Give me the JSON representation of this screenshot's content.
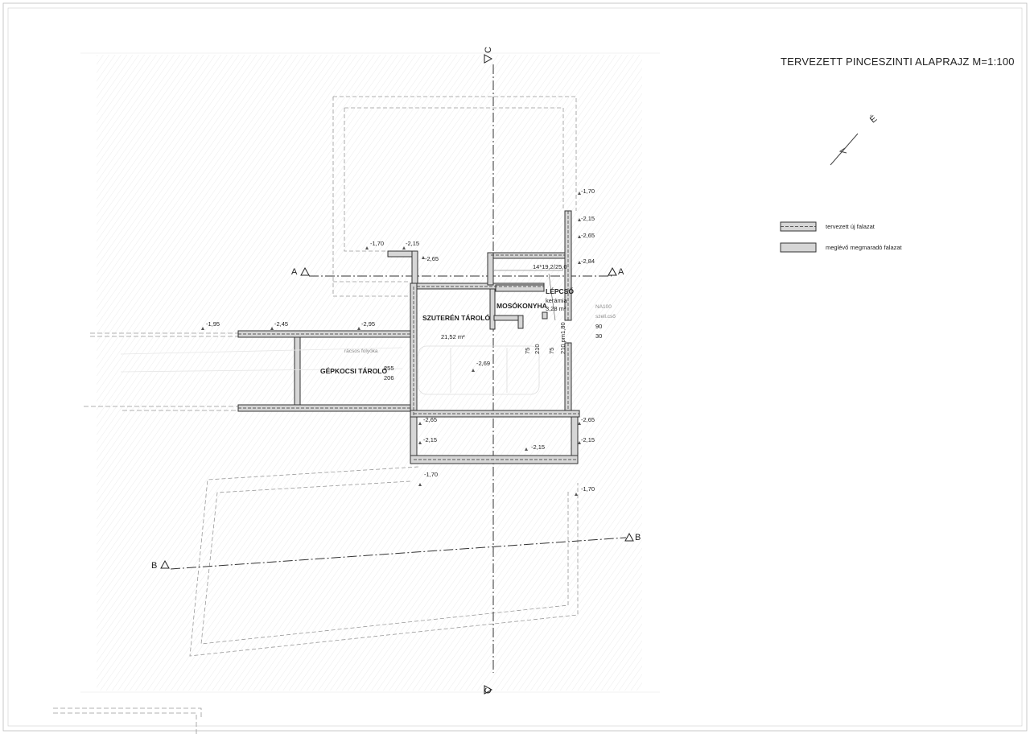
{
  "title": "TERVEZETT PINCESZINTI ALAPRAJZ M=1:100",
  "north_symbol": "É",
  "legend": [
    {
      "label": "tervezett új falazat",
      "style": "dashed-fill"
    },
    {
      "label": "meglévő megmaradó falazat",
      "style": "solid-fill"
    }
  ],
  "sections": {
    "a_left": "A",
    "a_right": "A",
    "b_left": "B",
    "b_right": "B",
    "c_top": "C",
    "c_bottom": "C"
  },
  "rooms": {
    "szuteren": {
      "name": "SZUTERÉN TÁROLÓ",
      "area": "21,52 m²"
    },
    "moso": {
      "name": "MOSÓKONYHA"
    },
    "lepcso": {
      "name": "LÉPCSŐ",
      "material": "kerámia",
      "area": "3,28 m²",
      "steps": "14*19,2/25,0"
    },
    "gepkocsi": {
      "name": "GÉPKOCSI TÁROLÓ",
      "note": "rácsos folyóka",
      "door_w": "255",
      "door_h": "206"
    }
  },
  "openings": {
    "door1_w": "75",
    "door1_h": "210",
    "door2_w": "75",
    "door2_h": "210",
    "pm": "210 pm1,80"
  },
  "vent": {
    "name": "NA100",
    "sub": "szell.cső",
    "dim1": "90",
    "dim2": "30"
  },
  "levels": {
    "l1": "-1,70",
    "l2": "-2,15",
    "l3": "-2,65",
    "l4": "-2,84",
    "l5": "-1,70",
    "l6": "-2,15",
    "l7": "-2,65",
    "l8": "-1,95",
    "l9": "-2,45",
    "l10": "-2,95",
    "l11": "-2,69",
    "l12": "-2,65",
    "l13": "-2,15",
    "l14": "-2,15",
    "l15": "-2,65",
    "l16": "-2,15",
    "l17": "-1,70",
    "l18": "-1,70"
  },
  "colors": {
    "hatch": "#e3e3e3",
    "wall": "#d6d6d6",
    "line": "#333333"
  }
}
